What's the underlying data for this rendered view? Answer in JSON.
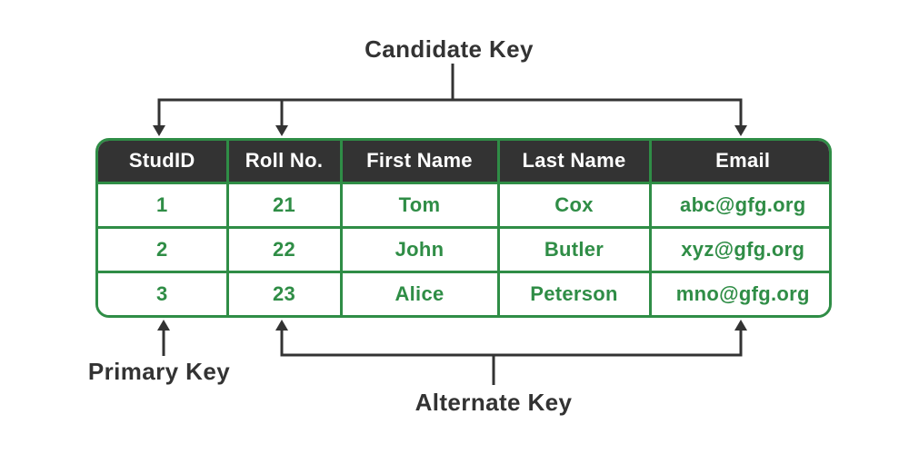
{
  "colors": {
    "green": "#2F8D46",
    "dark": "#333333",
    "header_text": "#FFFFFF",
    "background": "#FFFFFF"
  },
  "annotations": {
    "candidate_key": {
      "label": "Candidate Key"
    },
    "primary_key": {
      "label": "Primary Key"
    },
    "alternate_key": {
      "label": "Alternate Key"
    }
  },
  "table": {
    "headers": [
      "StudID",
      "Roll No.",
      "First Name",
      "Last Name",
      "Email"
    ],
    "rows": [
      [
        "1",
        "21",
        "Tom",
        "Cox",
        "abc@gfg.org"
      ],
      [
        "2",
        "22",
        "John",
        "Butler",
        "xyz@gfg.org"
      ],
      [
        "3",
        "23",
        "Alice",
        "Peterson",
        "mno@gfg.org"
      ]
    ]
  }
}
